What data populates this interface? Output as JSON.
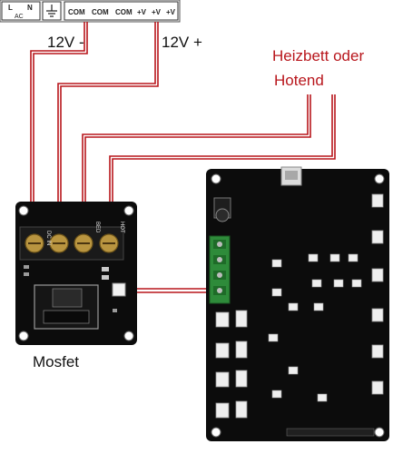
{
  "power_supply": {
    "terminal_labels": [
      "L",
      "N",
      "COM",
      "COM",
      "COM",
      "+V",
      "+V",
      "+V"
    ],
    "ac_marking": "AC"
  },
  "labels": {
    "minus": "12V -",
    "plus": "12V +",
    "heatbed_line1": "Heizbett oder",
    "heatbed_line2": "Hotend",
    "mosfet": "Mosfet"
  },
  "mosfet_board": {
    "terminal_labels": [
      "DC IN",
      "",
      "BED",
      "HOT"
    ]
  },
  "colors": {
    "wire": "#b8161c",
    "board": "#0c0c0c",
    "terminal_green": "#2e8b3a",
    "accent_text": "#b8161c"
  }
}
